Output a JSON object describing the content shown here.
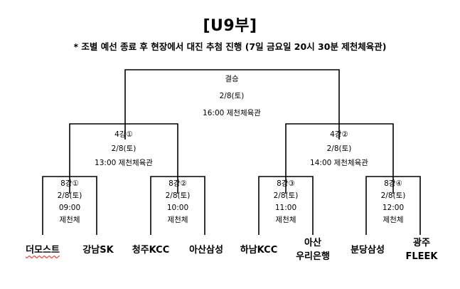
{
  "title": "[U9부]",
  "notice": "* 조별 예선 종료 후 현장에서 대진 추첨 진행 (7일 금요일 20시 30분 제천체육관)",
  "final": {
    "label": "결승",
    "date": "2/8(토)",
    "time_venue": "16:00 제천체육관"
  },
  "semis": [
    {
      "label": "4강①",
      "date": "2/8(토)",
      "time_venue": "13:00 제천체육관"
    },
    {
      "label": "4강②",
      "date": "2/8(토)",
      "time_venue": "14:00 제천체육관"
    }
  ],
  "quarters": [
    {
      "label": "8강①",
      "date": "2/8(토)",
      "time": "09:00",
      "venue": "제천체"
    },
    {
      "label": "8강②",
      "date": "2/8(토)",
      "time": "10:00",
      "venue": "제천체"
    },
    {
      "label": "8강③",
      "date": "2/8(토)",
      "time": "11:00",
      "venue": "제천체"
    },
    {
      "label": "8강④",
      "date": "2/8(토)",
      "time": "12:00",
      "venue": "제천체"
    }
  ],
  "teams": [
    {
      "line1": "더모스트",
      "line2": ""
    },
    {
      "line1": "강남SK",
      "line2": ""
    },
    {
      "line1": "청주KCC",
      "line2": ""
    },
    {
      "line1": "아산삼성",
      "line2": ""
    },
    {
      "line1": "하남KCC",
      "line2": ""
    },
    {
      "line1": "아산",
      "line2": "우리은행"
    },
    {
      "line1": "분당삼성",
      "line2": ""
    },
    {
      "line1": "광주",
      "line2": "FLEEK"
    }
  ]
}
